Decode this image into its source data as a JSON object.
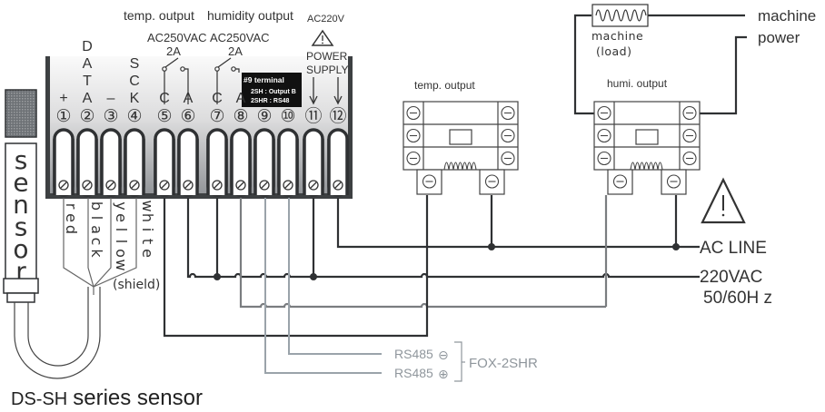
{
  "sensor": {
    "label": "sensor",
    "letters": [
      "s",
      "e",
      "n",
      "s",
      "o",
      "r"
    ],
    "caption_model": "DS-SH",
    "caption_rest": "series sensor",
    "wires": [
      {
        "name": "red",
        "letters": [
          "r",
          "e",
          "d"
        ]
      },
      {
        "name": "black",
        "letters": [
          "b",
          "l",
          "a",
          "c",
          "k"
        ]
      },
      {
        "name": "yellow",
        "letters": [
          "y",
          "e",
          "l",
          "l",
          "o",
          "w"
        ]
      },
      {
        "name": "white",
        "letters": [
          "w",
          "h",
          "i",
          "t",
          "e"
        ]
      }
    ],
    "shield_label": "(shield)"
  },
  "terminal_block": {
    "terminals": [
      {
        "number": "①",
        "label": "+"
      },
      {
        "number": "②",
        "label": "A",
        "vertical": [
          "D",
          "A",
          "T",
          "A"
        ]
      },
      {
        "number": "③",
        "label": "–"
      },
      {
        "number": "④",
        "label": "K",
        "vertical": [
          "S",
          "C",
          "K"
        ]
      },
      {
        "number": "⑤",
        "label": "C"
      },
      {
        "number": "⑥",
        "label": "A"
      },
      {
        "number": "⑦",
        "label": "C"
      },
      {
        "number": "⑧",
        "label": "A"
      },
      {
        "number": "⑨",
        "label": ""
      },
      {
        "number": "⑩",
        "label": ""
      },
      {
        "number": "⑪",
        "label": ""
      },
      {
        "number": "⑫",
        "label": ""
      }
    ],
    "temp_output_label": "temp. output",
    "humidity_output_label": "humidity output",
    "relay_rating_1": "AC250VAC",
    "relay_rating_1b": "2A",
    "relay_rating_2": "AC250VAC",
    "relay_rating_2b": "2A",
    "power_voltage": "AC220V",
    "power_label_1": "POWER",
    "power_label_2": "SUPPLY",
    "note_title": "#9 terminal",
    "note_line_1": "2SH : Output B",
    "note_line_2": "2SHR : RS48"
  },
  "relays": {
    "temp_label": "temp. output",
    "humi_label": "humi. output"
  },
  "load": {
    "label_1": "machine",
    "label_2": "(load)",
    "machine_power_1": "machine",
    "machine_power_2": "power"
  },
  "ac_line": {
    "label": "AC LINE",
    "voltage": "220VAC",
    "frequency": "50/60H z"
  },
  "rs485": {
    "minus_label": "RS485",
    "plus_label": "RS485",
    "minus_symbol": "⊖",
    "plus_symbol": "⊕",
    "device": "FOX-2SHR"
  },
  "colors": {
    "wire_dark": "#2f3133",
    "wire_mid": "#7a7d80",
    "wire_light": "#9aa3aa",
    "block_top": "#f2f2f2",
    "block_bottom": "#9b9ea2",
    "block_border": "#3d4042"
  }
}
